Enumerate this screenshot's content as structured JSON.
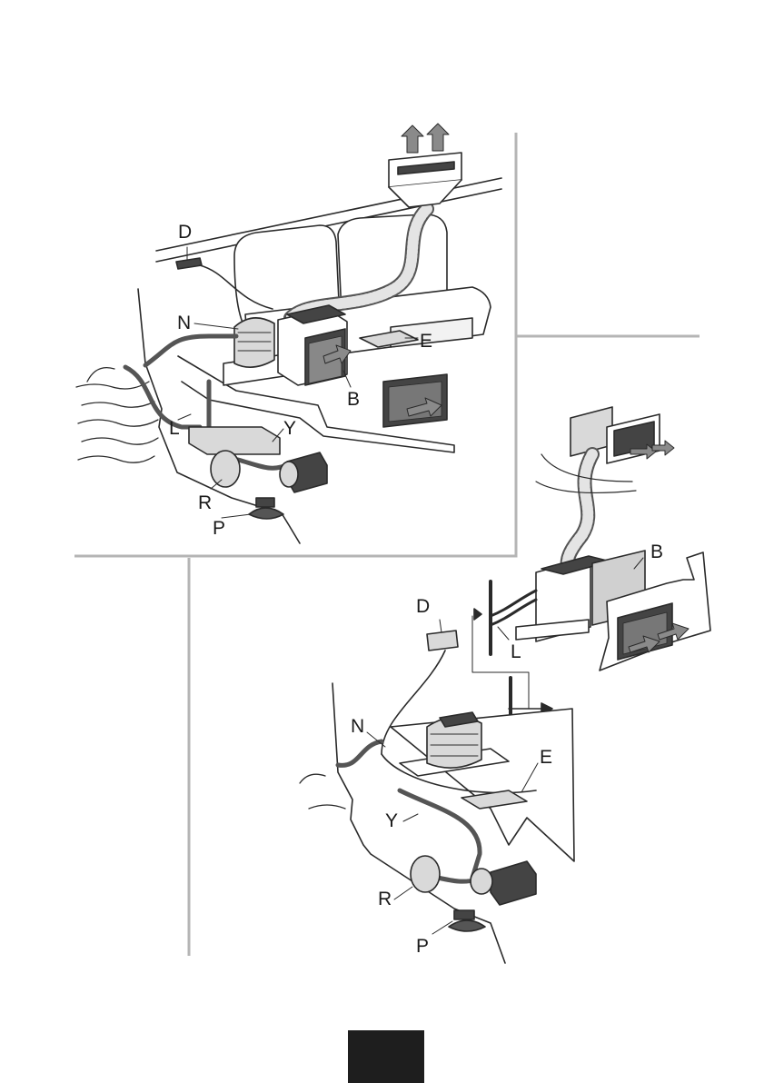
{
  "colors": {
    "frame": "#b5b5b5",
    "line": "#2a2a2a",
    "part_fill": "#d9d9d9",
    "dark_fill": "#444444",
    "arrow": "#8a8a8a",
    "page_box": "#1e1e1e"
  },
  "diagram": {
    "top_view": {
      "labels": {
        "d": "D",
        "n": "N",
        "e": "E",
        "b": "B",
        "l": "L",
        "y": "Y",
        "r": "R",
        "p": "P"
      }
    },
    "bottom_view": {
      "labels": {
        "b": "B",
        "d": "D",
        "l": "L",
        "n": "N",
        "e": "E",
        "y": "Y",
        "r": "R",
        "p": "P"
      }
    }
  }
}
